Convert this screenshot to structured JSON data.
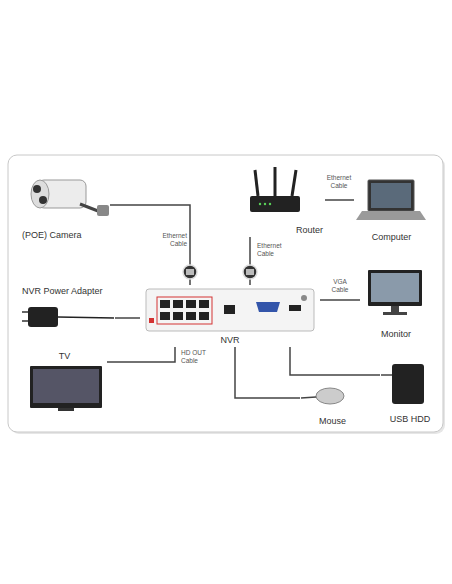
{
  "diagram": {
    "nodes": [
      {
        "text": [
          "(POE) Camera"
        ]
      },
      {
        "text": [
          "Router"
        ]
      },
      {
        "text": [
          "Computer"
        ]
      },
      {
        "text": [
          "NVR Power Adapter"
        ]
      },
      {
        "text": [
          "NVR"
        ]
      },
      {
        "text": [
          "Monitor"
        ]
      },
      {
        "text": [
          "TV"
        ]
      },
      {
        "text": [
          "Mouse"
        ]
      },
      {
        "text": [
          "USB HDD"
        ]
      }
    ],
    "edges": [
      {
        "from": 0,
        "to": 4,
        "label": "Ethernet Cable",
        "arrow": "none"
      },
      {
        "from": 1,
        "to": 2,
        "label": "Ethernet Cable",
        "arrow": "none"
      },
      {
        "from": 1,
        "to": 4,
        "label": "Ethernet Cable",
        "arrow": "none"
      },
      {
        "from": 4,
        "to": 5,
        "label": "VGA Cable",
        "arrow": "none"
      },
      {
        "from": 3,
        "to": 4,
        "arrow": "none"
      },
      {
        "from": 4,
        "to": 6,
        "label": "HD OUT Cable",
        "arrow": "none"
      },
      {
        "from": 4,
        "to": 7,
        "arrow": "none"
      },
      {
        "from": 4,
        "to": 8,
        "arrow": "none"
      }
    ]
  }
}
